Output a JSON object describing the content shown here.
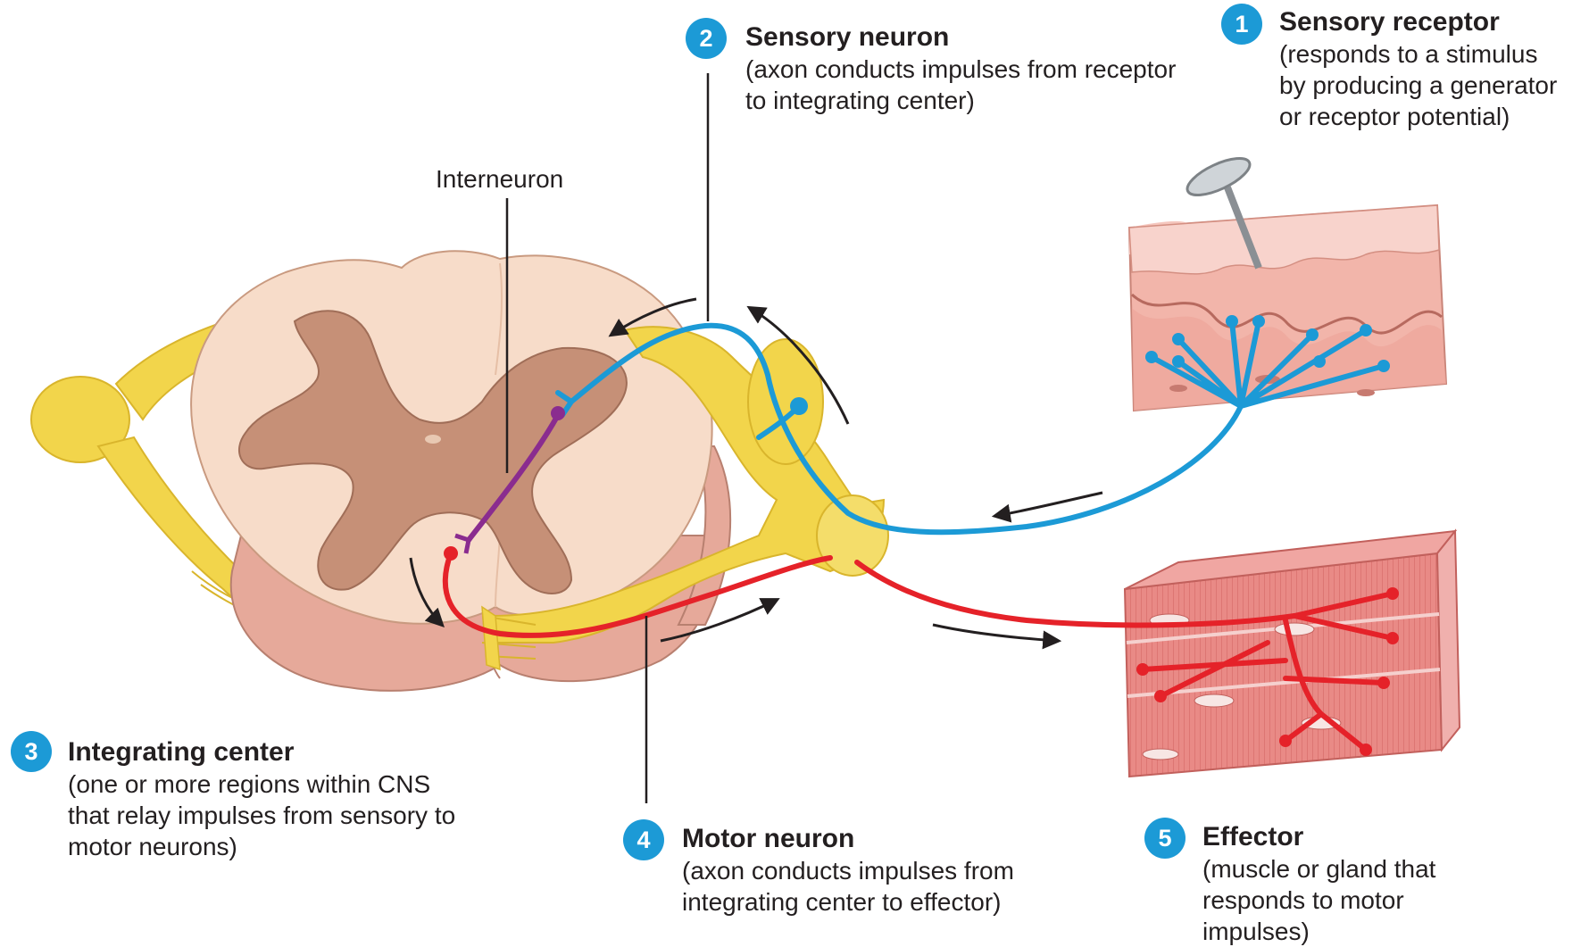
{
  "labels": {
    "sensory_receptor": {
      "number": "1",
      "title": "Sensory receptor",
      "desc": [
        "(responds to a stimulus",
        "by producing a generator",
        "or receptor potential)"
      ]
    },
    "sensory_neuron": {
      "number": "2",
      "title": "Sensory neuron",
      "desc": [
        "(axon conducts impulses from receptor",
        "to integrating center)"
      ]
    },
    "integrating_center": {
      "number": "3",
      "title": "Integrating center",
      "desc": [
        "(one or more regions within CNS",
        "that relay impulses from sensory to",
        "motor neurons)"
      ]
    },
    "motor_neuron": {
      "number": "4",
      "title": "Motor neuron",
      "desc": [
        "(axon conducts impulses from",
        "integrating center to effector)"
      ]
    },
    "effector": {
      "number": "5",
      "title": "Effector",
      "desc": [
        "(muscle or gland that",
        "responds to motor",
        "impulses)"
      ]
    },
    "interneuron": "Interneuron"
  },
  "colors": {
    "badge": "#1c9ad6",
    "sensory_neuron": "#1c9ad6",
    "motor_neuron": "#e52229",
    "interneuron": "#8a2c8f",
    "nerve": "#f2d54b",
    "white_matter": "#f7dcc9",
    "gray_matter": "#c69077",
    "skin": "#f2b5aa",
    "muscle": "#e98a86"
  }
}
